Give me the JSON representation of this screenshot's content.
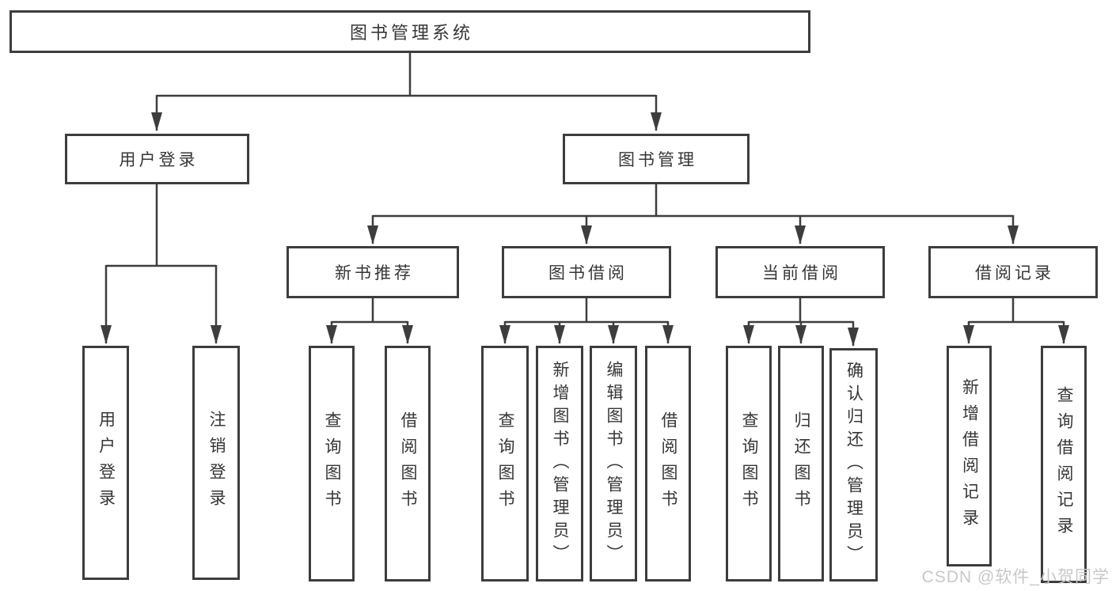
{
  "diagram": {
    "type": "tree-diagram",
    "title": "图书管理系统"
  },
  "nodes": {
    "root": "图书管理系统",
    "login": "用户登录",
    "manage": "图书管理",
    "recommend": "新书推荐",
    "borrow": "图书借阅",
    "current": "当前借阅",
    "records": "借阅记录",
    "login_leaf": "用户登录",
    "logout_leaf": "注销登录",
    "rec_query": "查询图书",
    "rec_borrow": "借阅图书",
    "bor_query": "查询图书",
    "bor_add": "新增图书（管理员）",
    "bor_edit": "编辑图书（管理员）",
    "bor_borrow": "借阅图书",
    "cur_query": "查询图书",
    "cur_return": "归还图书",
    "cur_confirm": "确认归还（管理员）",
    "recd_add": "新增借阅记录",
    "recd_query": "查询借阅记录"
  },
  "hierarchy": {
    "图书管理系统": {
      "用户登录": [
        "用户登录",
        "注销登录"
      ],
      "图书管理": {
        "新书推荐": [
          "查询图书",
          "借阅图书"
        ],
        "图书借阅": [
          "查询图书",
          "新增图书（管理员）",
          "编辑图书（管理员）",
          "借阅图书"
        ],
        "当前借阅": [
          "查询图书",
          "归还图书",
          "确认归还（管理员）"
        ],
        "借阅记录": [
          "新增借阅记录",
          "查询借阅记录"
        ]
      }
    }
  },
  "watermark": {
    "text": "CSDN @软件_小贺同学",
    "color": "#c8c8c8"
  },
  "colors": {
    "line": "#3d3d3d",
    "text": "#363636",
    "background": "#ffffff"
  }
}
